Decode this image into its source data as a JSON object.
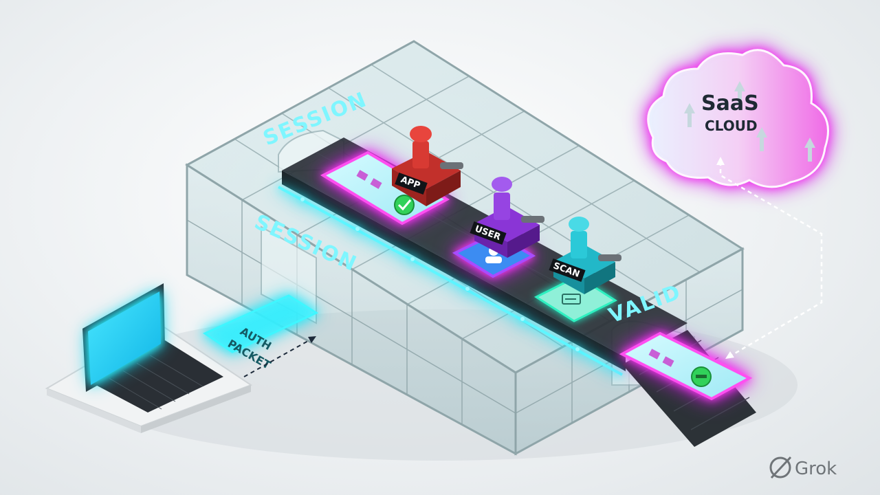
{
  "labels": {
    "session_top": "SESSION",
    "session_front": "SESSION",
    "valid": "VALID"
  },
  "stamps": [
    {
      "label": "APP",
      "color": "#e0352f"
    },
    {
      "label": "USER",
      "color": "#8a35d6"
    },
    {
      "label": "SCAN",
      "color": "#22b8c8"
    }
  ],
  "packet": {
    "line1": "AUTH",
    "line2": "PACKET"
  },
  "cloud": {
    "line1": "SaaS",
    "line2": "CLOUD"
  },
  "watermark": "Grok",
  "icons": [
    "check-circle-icon",
    "user-badge-icon",
    "scan-card-icon",
    "grok-logo-icon"
  ],
  "colors": {
    "cyan": "#2ff3ff",
    "magenta": "#ff3df2",
    "teal": "#21f0c8",
    "glass": "#9fc4c8"
  }
}
